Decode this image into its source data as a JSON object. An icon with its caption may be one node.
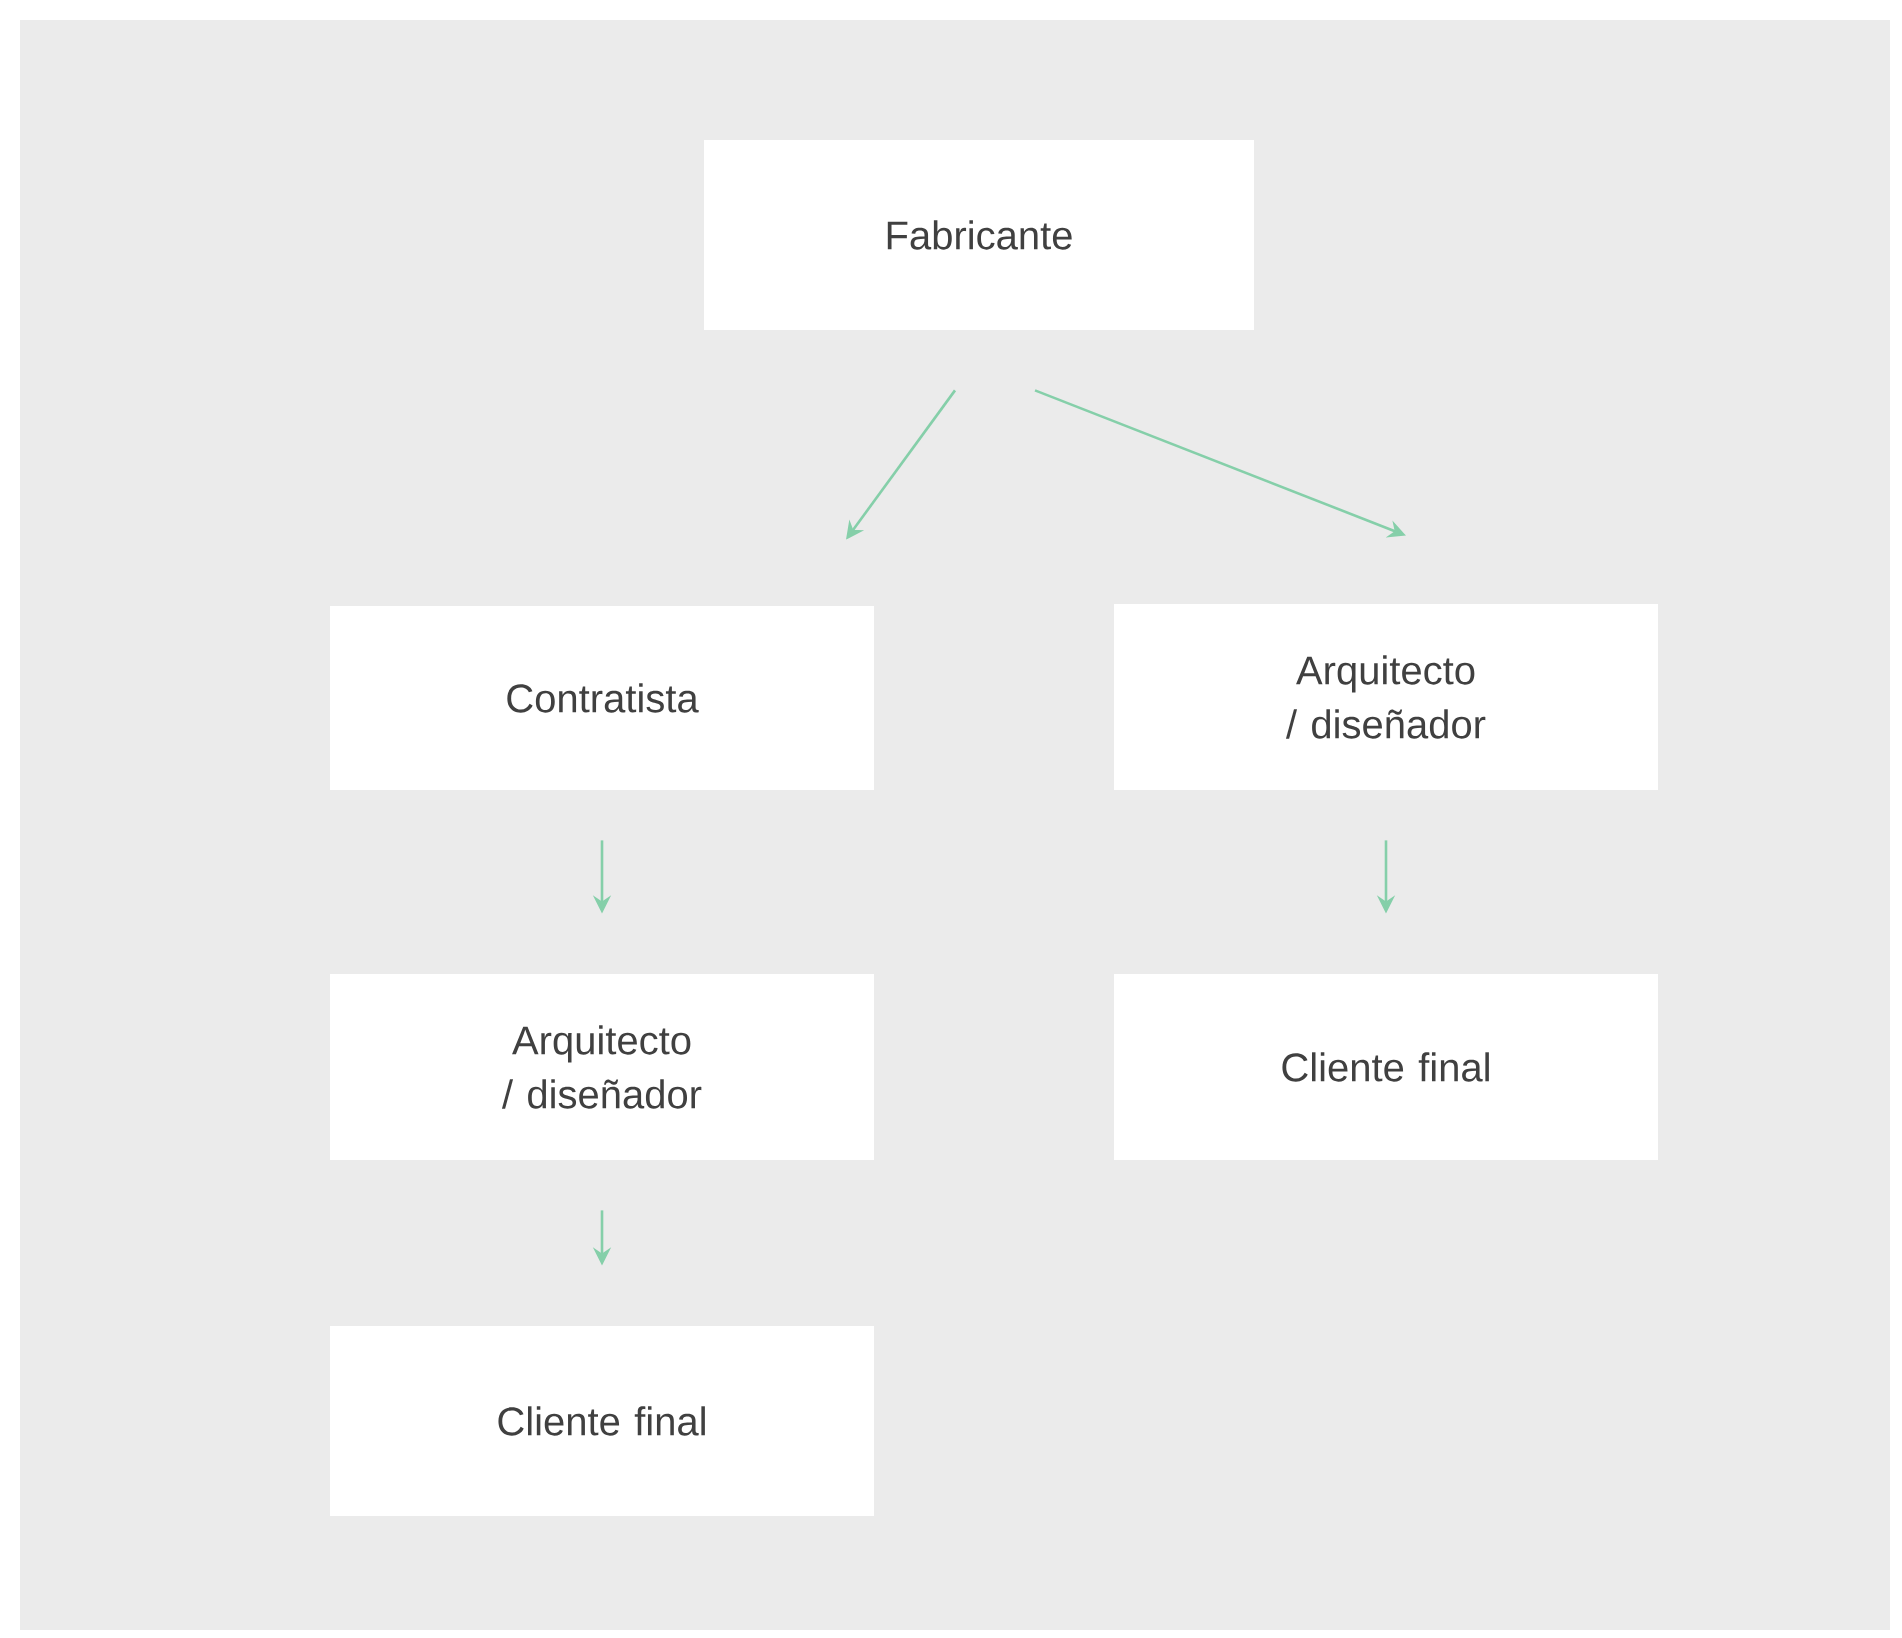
{
  "diagram": {
    "nodes": [
      {
        "text": [
          "Fabricante"
        ]
      },
      {
        "text": [
          "Contratista"
        ]
      },
      {
        "text": [
          "Arquitecto / diseñador"
        ]
      },
      {
        "text": [
          "Arquitecto / diseñador"
        ]
      },
      {
        "text": [
          "Cliente final"
        ]
      },
      {
        "text": [
          "Cliente final"
        ]
      }
    ],
    "edges": [
      {
        "from": 0,
        "to": 1,
        "arrow": "to"
      },
      {
        "from": 0,
        "to": 2,
        "arrow": "to"
      },
      {
        "from": 1,
        "to": 3,
        "arrow": "to"
      },
      {
        "from": 3,
        "to": 5,
        "arrow": "to"
      },
      {
        "from": 2,
        "to": 4,
        "arrow": "to"
      }
    ]
  }
}
